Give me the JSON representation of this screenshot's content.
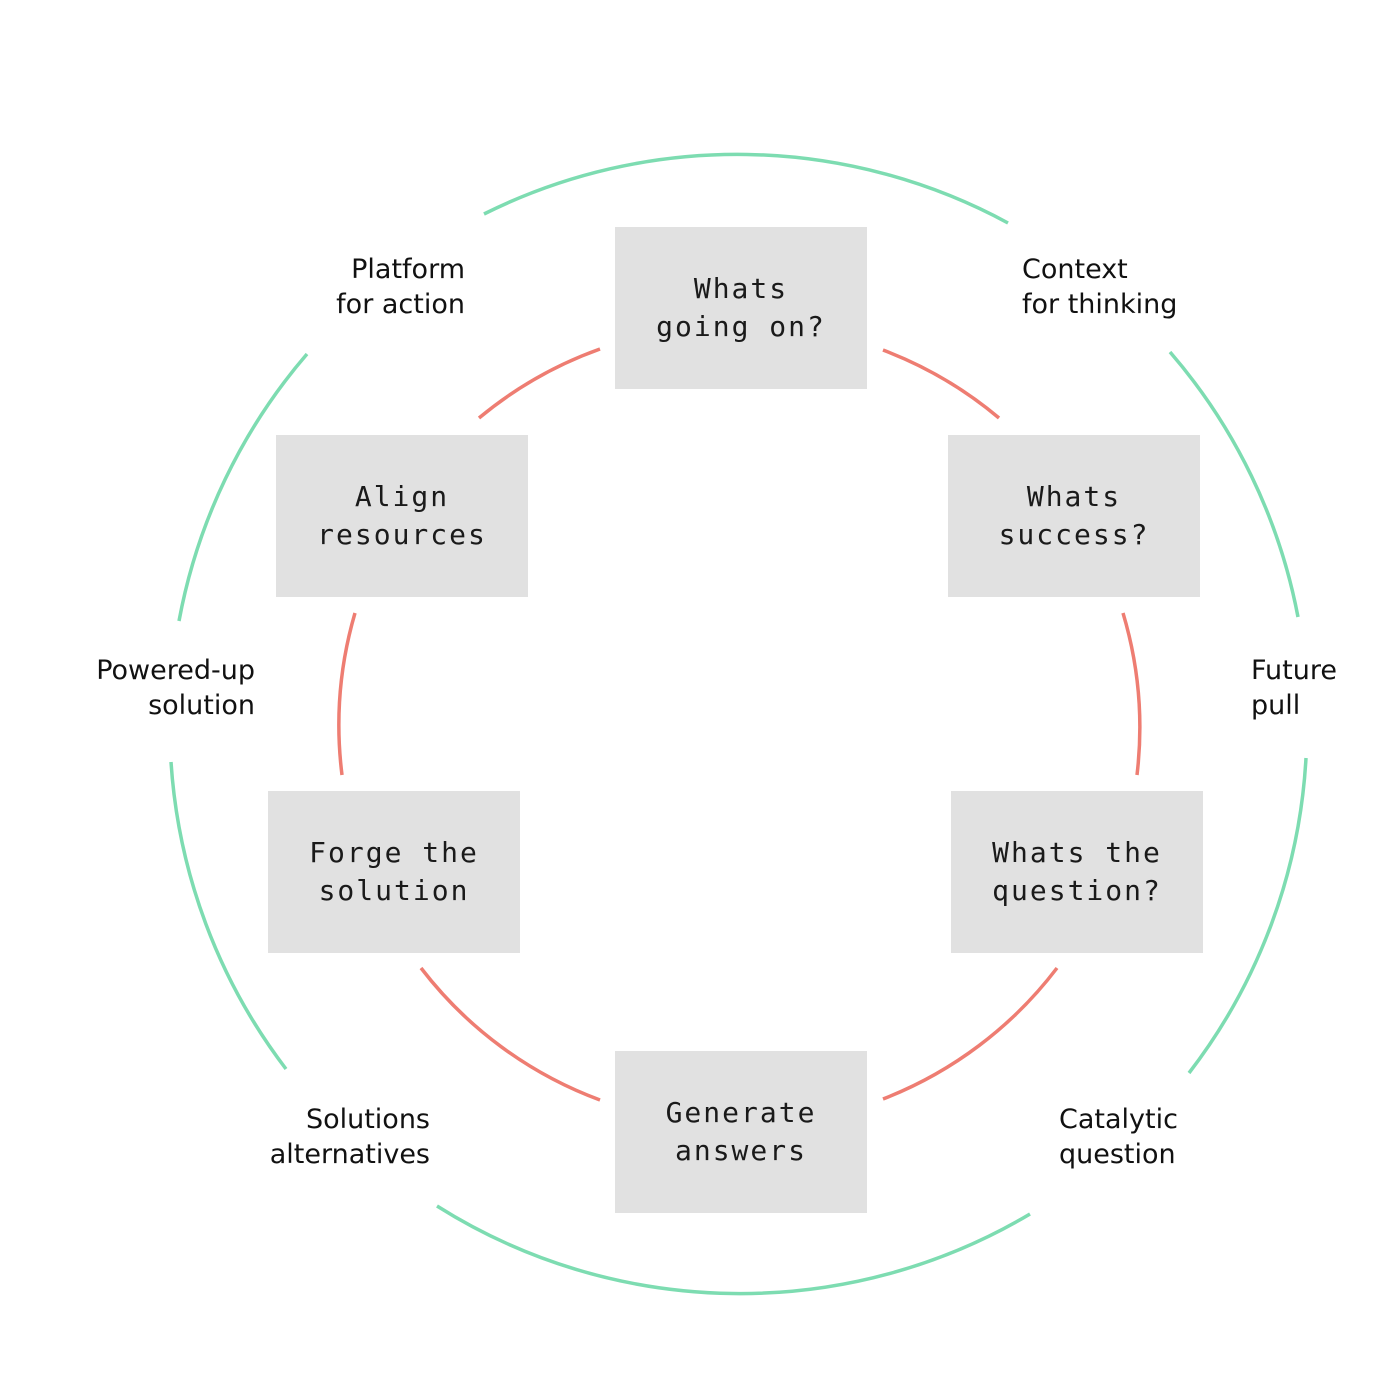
{
  "colors": {
    "outer_ring": "#7ddcb1",
    "inner_ring": "#ee7d72",
    "box_fill": "#e1e1e1",
    "text": "#111111"
  },
  "steps": [
    {
      "id": "whats-going-on",
      "label": "Whats\ngoing on?"
    },
    {
      "id": "whats-success",
      "label": "Whats\nsuccess?"
    },
    {
      "id": "whats-the-question",
      "label": "Whats the\nquestion?"
    },
    {
      "id": "generate-answers",
      "label": "Generate\nanswers"
    },
    {
      "id": "forge-the-solution",
      "label": "Forge the\nsolution"
    },
    {
      "id": "align-resources",
      "label": "Align\nresources"
    }
  ],
  "outcomes": [
    {
      "id": "context-for-thinking",
      "label": "Context\nfor thinking"
    },
    {
      "id": "future-pull",
      "label": "Future\npull"
    },
    {
      "id": "catalytic-question",
      "label": "Catalytic\nquestion"
    },
    {
      "id": "solutions-alternatives",
      "label": "Solutions\nalternatives"
    },
    {
      "id": "powered-up-solution",
      "label": "Powered-up\nsolution"
    },
    {
      "id": "platform-for-action",
      "label": "Platform\nfor action"
    }
  ]
}
